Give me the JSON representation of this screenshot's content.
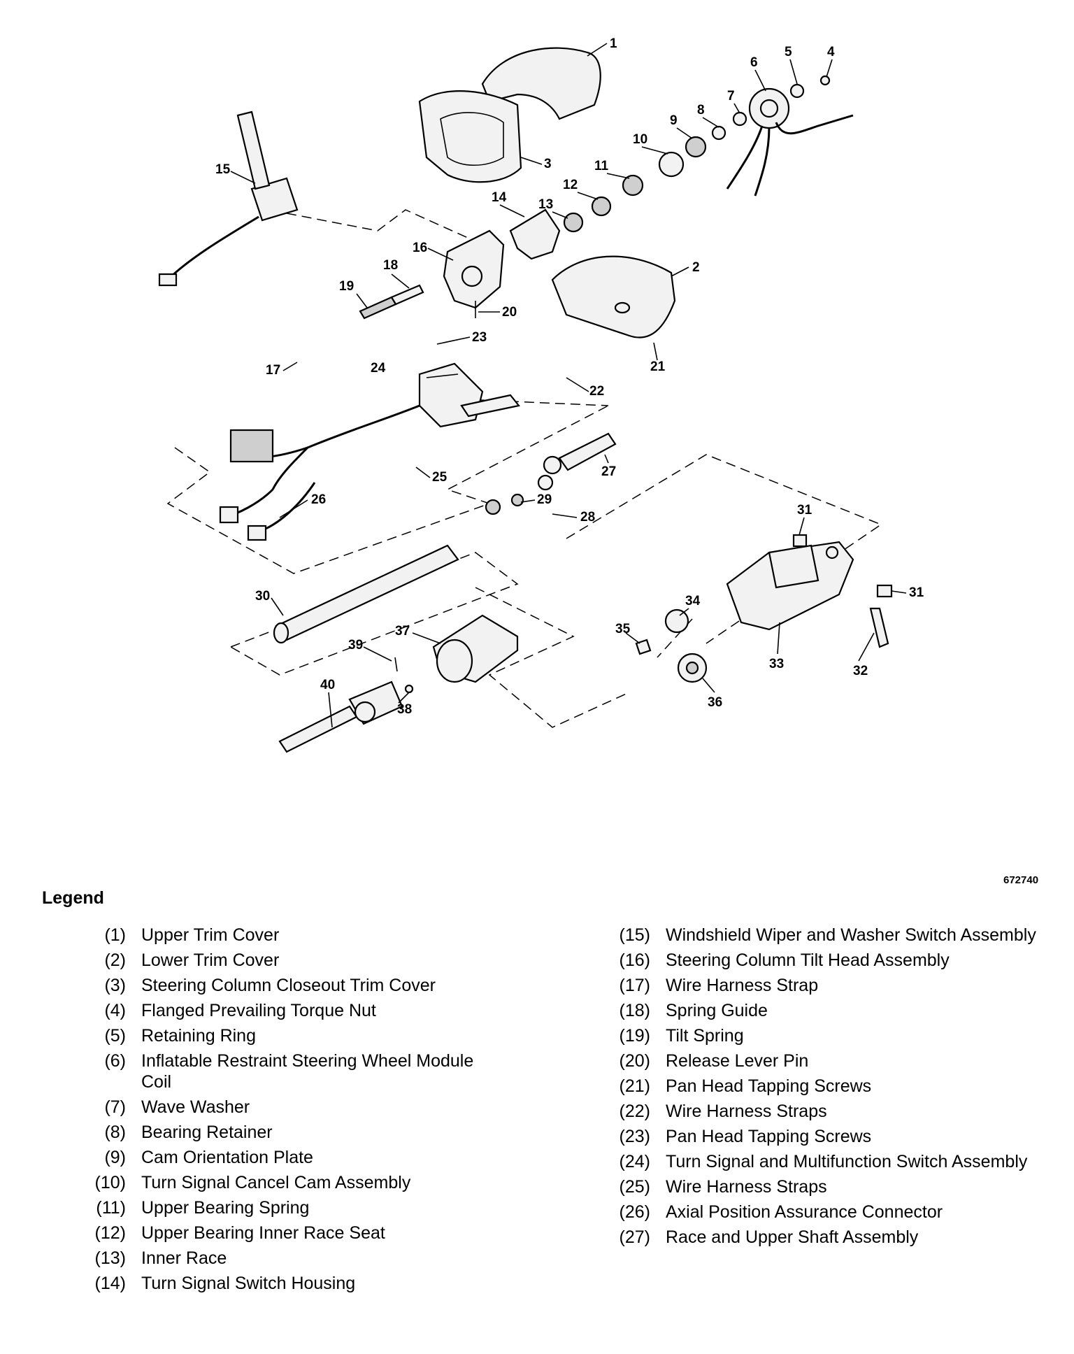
{
  "figure_id": "672740",
  "callouts": [
    "1",
    "2",
    "3",
    "4",
    "5",
    "6",
    "7",
    "8",
    "9",
    "10",
    "11",
    "12",
    "13",
    "14",
    "15",
    "16",
    "17",
    "18",
    "19",
    "20",
    "21",
    "22",
    "23",
    "24",
    "25",
    "26",
    "27",
    "28",
    "29",
    "30",
    "31",
    "31",
    "32",
    "33",
    "34",
    "35",
    "36",
    "37",
    "38",
    "39",
    "40"
  ],
  "legend": {
    "title": "Legend",
    "left": [
      {
        "num": "(1)",
        "text": "Upper Trim Cover"
      },
      {
        "num": "(2)",
        "text": "Lower Trim Cover"
      },
      {
        "num": "(3)",
        "text": "Steering Column Closeout Trim Cover"
      },
      {
        "num": "(4)",
        "text": "Flanged Prevailing Torque Nut"
      },
      {
        "num": "(5)",
        "text": "Retaining Ring"
      },
      {
        "num": "(6)",
        "text": "Inflatable Restraint Steering Wheel Module Coil"
      },
      {
        "num": "(7)",
        "text": "Wave Washer"
      },
      {
        "num": "(8)",
        "text": "Bearing Retainer"
      },
      {
        "num": "(9)",
        "text": "Cam Orientation Plate"
      },
      {
        "num": "(10)",
        "text": "Turn Signal Cancel Cam Assembly"
      },
      {
        "num": "(11)",
        "text": "Upper Bearing Spring"
      },
      {
        "num": "(12)",
        "text": "Upper Bearing Inner Race Seat"
      },
      {
        "num": "(13)",
        "text": "Inner Race"
      },
      {
        "num": "(14)",
        "text": "Turn Signal Switch Housing"
      }
    ],
    "right": [
      {
        "num": "(15)",
        "text": "Windshield Wiper and Washer Switch Assembly"
      },
      {
        "num": "(16)",
        "text": "Steering Column Tilt Head Assembly"
      },
      {
        "num": "(17)",
        "text": "Wire Harness Strap"
      },
      {
        "num": "(18)",
        "text": "Spring Guide"
      },
      {
        "num": "(19)",
        "text": "Tilt Spring"
      },
      {
        "num": "(20)",
        "text": "Release Lever Pin"
      },
      {
        "num": "(21)",
        "text": "Pan Head Tapping Screws"
      },
      {
        "num": "(22)",
        "text": "Wire Harness Straps"
      },
      {
        "num": "(23)",
        "text": "Pan Head Tapping Screws"
      },
      {
        "num": "(24)",
        "text": "Turn Signal and Multifunction Switch Assembly"
      },
      {
        "num": "(25)",
        "text": "Wire Harness Straps"
      },
      {
        "num": "(26)",
        "text": "Axial Position Assurance Connector"
      },
      {
        "num": "(27)",
        "text": "Race and Upper Shaft Assembly"
      }
    ]
  }
}
